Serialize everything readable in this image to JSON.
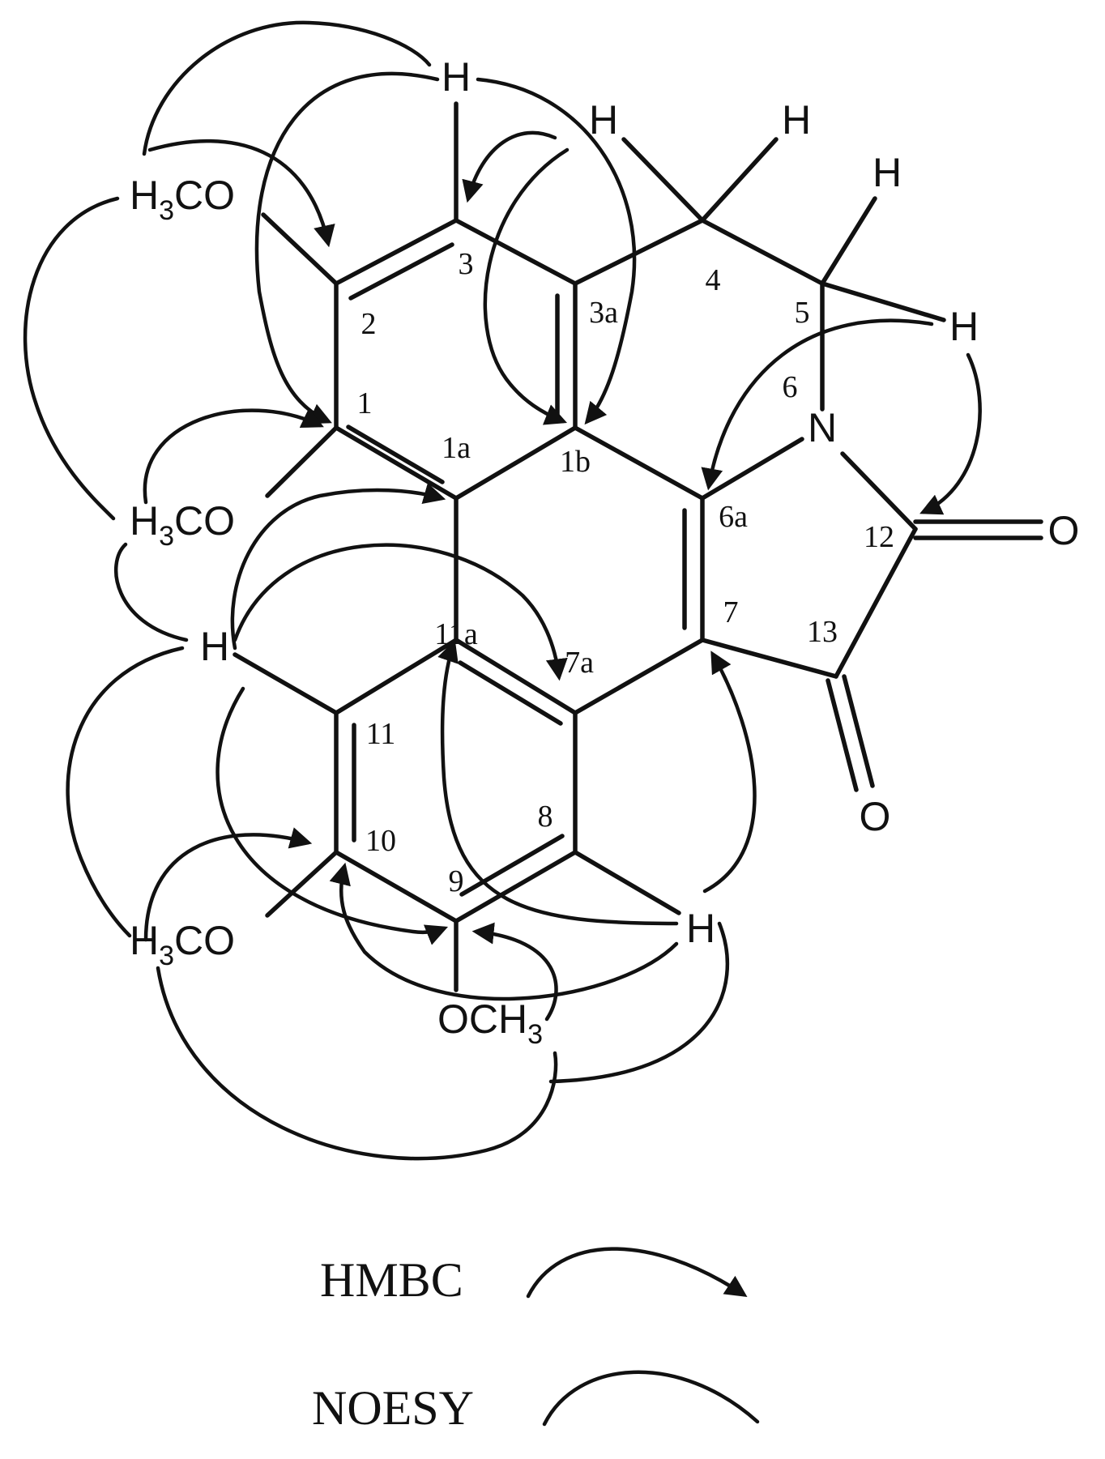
{
  "atoms": {
    "h3": "H",
    "h4a": "H",
    "h4b": "H",
    "h5a": "H",
    "h5b": "H",
    "h11": "H",
    "h8": "H",
    "n6": "N",
    "o12": "O",
    "o13": "O",
    "ome2": {
      "main": "H",
      "sub": "3",
      "rest": "CO"
    },
    "ome1": {
      "main": "H",
      "sub": "3",
      "rest": "CO"
    },
    "ome10": {
      "main": "H",
      "sub": "3",
      "rest": "CO"
    },
    "ome9": {
      "main": "OCH",
      "sub": "3"
    }
  },
  "positions": {
    "p1": "1",
    "p1a": "1a",
    "p1b": "1b",
    "p2": "2",
    "p3": "3",
    "p3a": "3a",
    "p4": "4",
    "p5": "5",
    "p6": "6",
    "p6a": "6a",
    "p7": "7",
    "p7a": "7a",
    "p8": "8",
    "p9": "9",
    "p10": "10",
    "p11": "11",
    "p11a": "11a",
    "p12": "12",
    "p13": "13"
  },
  "legend": {
    "hmbc": "HMBC",
    "noesy": "NOESY"
  }
}
